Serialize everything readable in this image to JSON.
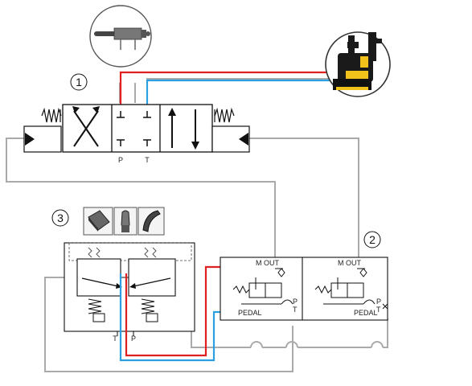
{
  "callouts": {
    "valve": "1",
    "pedal_valve": "2",
    "pilot_controls": "3"
  },
  "main_valve": {
    "port_p": "P",
    "port_t": "T"
  },
  "pilot_block": {
    "port_t": "T",
    "port_p": "P"
  },
  "pedal_valves": [
    {
      "m": "M",
      "out": "OUT",
      "pedal": "PEDAL",
      "p": "P",
      "t": "T"
    },
    {
      "m": "M",
      "out": "OUT",
      "pedal": "PEDAL",
      "p": "P",
      "t": "T"
    }
  ],
  "colors": {
    "pressure_line": "#e02020",
    "return_line": "#2aa0e0",
    "pilot_line": "#aaaaaa",
    "yellow_body": "#f0c21a"
  },
  "icons": [
    "hydraulic-cylinder-icon",
    "excavator-attachment-icon",
    "foot-pedal-icon",
    "joystick-icon",
    "rocker-pedal-icon"
  ]
}
